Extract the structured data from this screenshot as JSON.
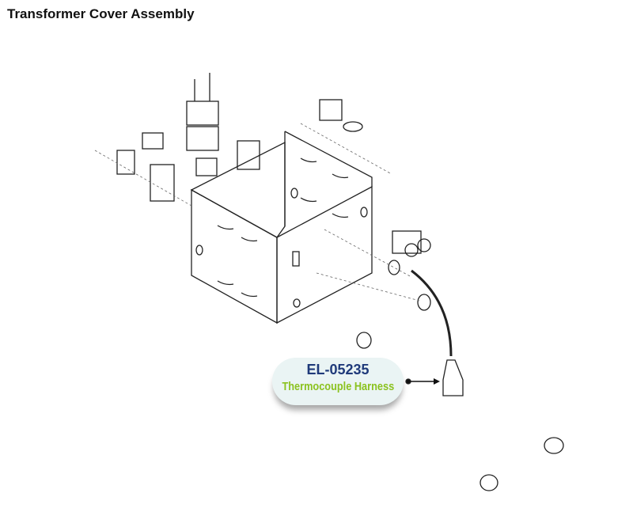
{
  "title": "Transformer Cover Assembly",
  "callout": {
    "part_number": "EL-05235",
    "part_name": "Thermocouple Harness"
  },
  "colors": {
    "part_number": "#1f3a7a",
    "part_name": "#8bc21f",
    "callout_bg": "#eaf4f4"
  }
}
